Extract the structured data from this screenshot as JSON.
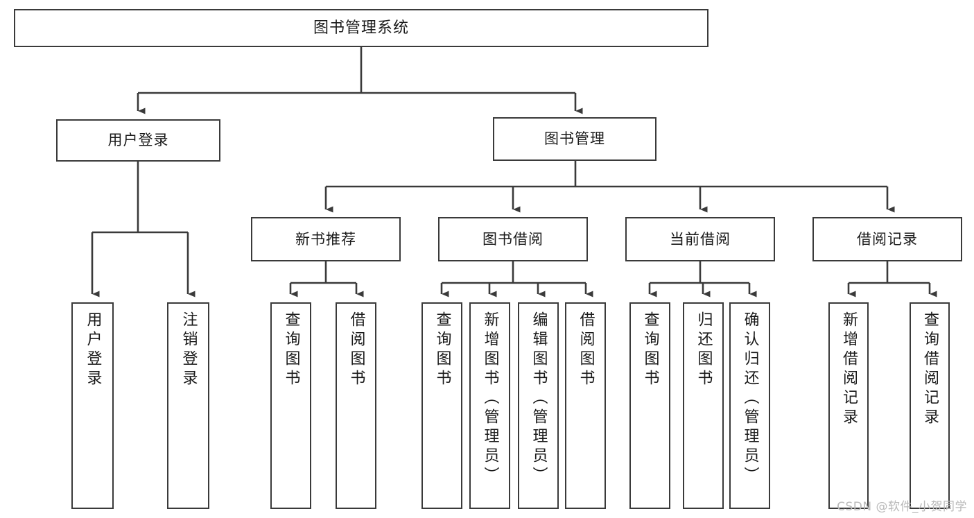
{
  "diagram": {
    "type": "tree-hierarchy-chart",
    "title": "图书管理系统",
    "watermark": "CSDN @软件_小贺同学",
    "colors": {
      "stroke": "#3a3a3a",
      "fill": "#ffffff",
      "text": "#1a1a1a",
      "watermark": "#b9b9b9"
    },
    "nodes": {
      "root": {
        "label": "图书管理系统"
      },
      "level1": [
        {
          "label": "用户登录"
        },
        {
          "label": "图书管理"
        }
      ],
      "level2": [
        {
          "label": "新书推荐"
        },
        {
          "label": "图书借阅"
        },
        {
          "label": "当前借阅"
        },
        {
          "label": "借阅记录"
        }
      ],
      "leaves": {
        "user_login": [
          {
            "label": "用户登录"
          },
          {
            "label": "注销登录"
          }
        ],
        "new_book_recommend": [
          {
            "label": "查询图书"
          },
          {
            "label": "借阅图书"
          }
        ],
        "book_borrow": [
          {
            "label": "查询图书"
          },
          {
            "label": "新增图书（管理员）"
          },
          {
            "label": "编辑图书（管理员）"
          },
          {
            "label": "借阅图书"
          }
        ],
        "current_borrow": [
          {
            "label": "查询图书"
          },
          {
            "label": "归还图书"
          },
          {
            "label": "确认归还（管理员）"
          }
        ],
        "borrow_record": [
          {
            "label": "新增借阅记录"
          },
          {
            "label": "查询借阅记录"
          }
        ]
      }
    }
  }
}
